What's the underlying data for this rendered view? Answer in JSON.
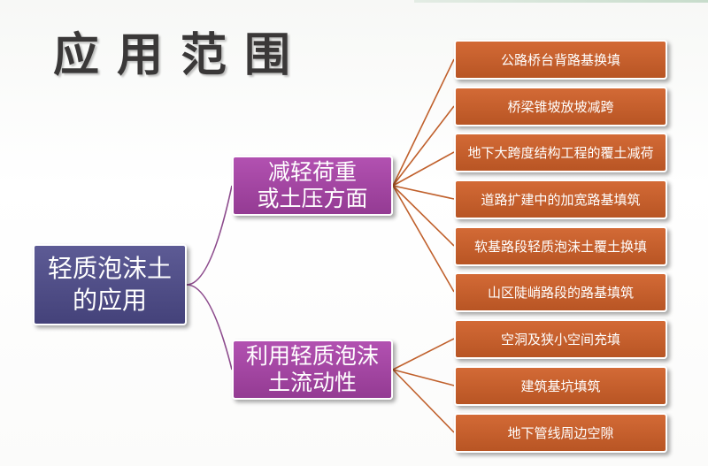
{
  "title": "应用范围",
  "root": {
    "label": "轻质泡沫土\n的应用"
  },
  "branches": [
    {
      "label": "减轻荷重\n或土压方面",
      "items": [
        "公路桥台背路基换填",
        "桥梁锥坡放坡减跨",
        "地下大跨度结构工程的覆土减荷",
        "道路扩建中的加宽路基填筑",
        "软基路段轻质泡沫土覆土换填",
        "山区陡峭路段的路基填筑"
      ]
    },
    {
      "label": "利用轻质泡沫\n土流动性",
      "items": [
        "空洞及狭小空间充填",
        "建筑基坑填筑",
        "地下管线周边空隙"
      ]
    }
  ],
  "colors": {
    "root": "#4b4983",
    "branch": "#a346a2",
    "leaf": "#c65e2c",
    "connector_root": "#8c4a8c",
    "connector_leaf": "#c0602c"
  }
}
